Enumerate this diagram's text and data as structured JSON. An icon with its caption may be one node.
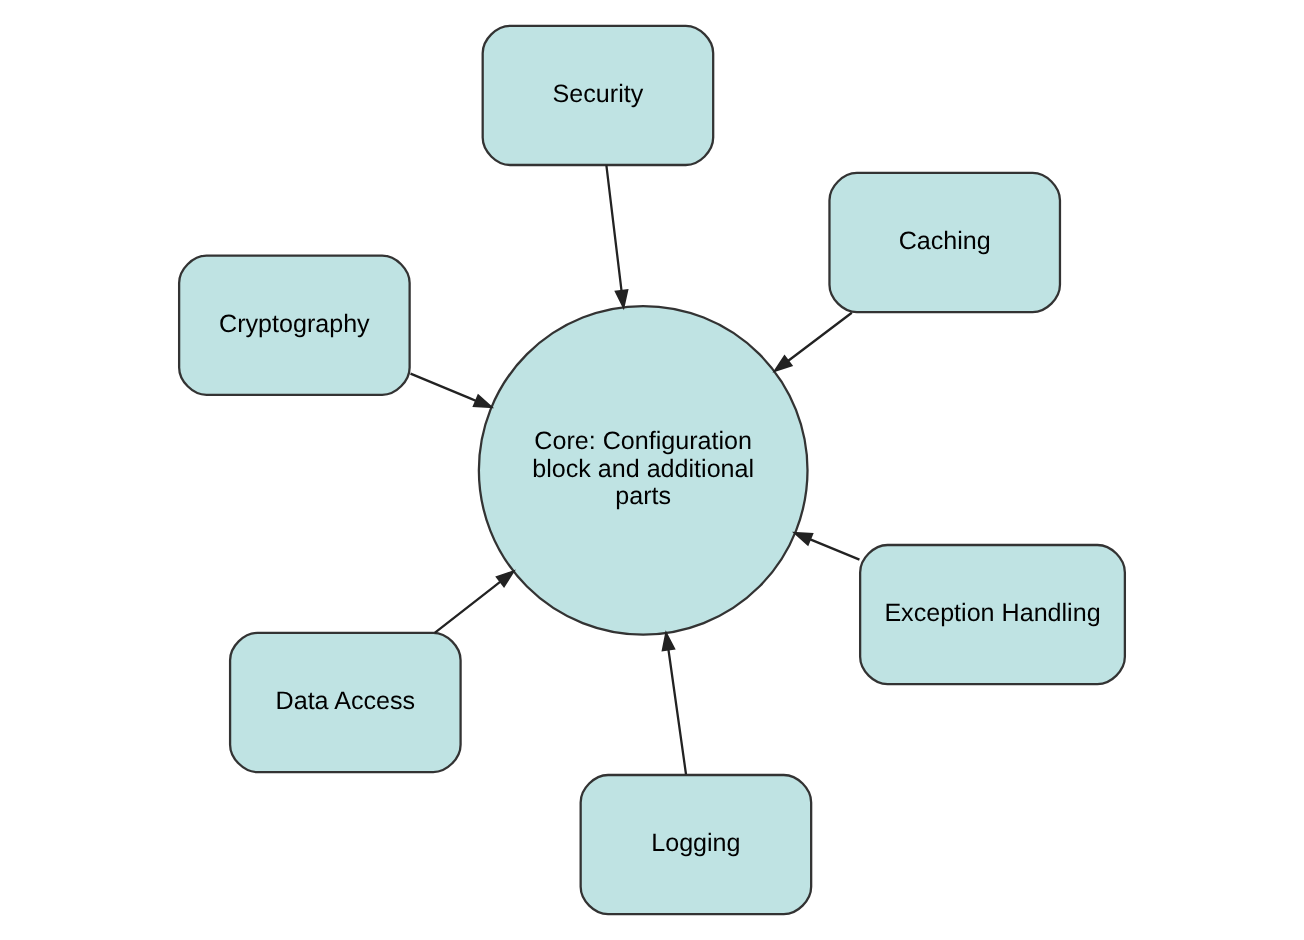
{
  "diagram": {
    "nodes": [
      {
        "text": [
          "Cryptography"
        ]
      },
      {
        "text": [
          "Exception Handling"
        ]
      },
      {
        "text": [
          "Logging"
        ]
      },
      {
        "text": [
          "Core: Configuration block and additional parts"
        ]
      },
      {
        "text": [
          "Caching"
        ]
      },
      {
        "text": [
          "Security"
        ]
      },
      {
        "text": [
          "Data Access"
        ]
      }
    ],
    "edges": [
      {
        "from": 0,
        "to": 3,
        "arrow": "to"
      },
      {
        "from": 1,
        "to": 3,
        "arrow": "to"
      },
      {
        "from": 2,
        "to": 3,
        "arrow": "to"
      },
      {
        "from": 4,
        "to": 3,
        "arrow": "to"
      },
      {
        "from": 5,
        "to": 3,
        "arrow": "to"
      },
      {
        "from": 6,
        "to": 3,
        "arrow": "to"
      }
    ]
  }
}
